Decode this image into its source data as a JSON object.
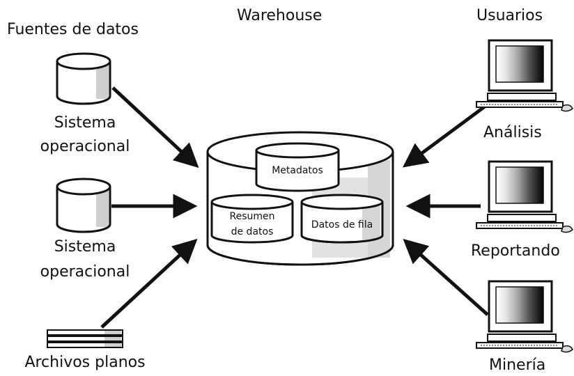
{
  "headers": {
    "sources": "Fuentes de datos",
    "warehouse": "Warehouse",
    "users": "Usuarios"
  },
  "sources": {
    "system1_line1": "Sistema",
    "system1_line2": "operacional",
    "system2_line1": "Sistema",
    "system2_line2": "operacional",
    "flat_files": "Archivos planos"
  },
  "warehouse": {
    "metadata": "Metadatos",
    "summary_line1": "Resumen",
    "summary_line2": "de datos",
    "row_data": "Datos de fila"
  },
  "users": {
    "analysis": "Análisis",
    "reporting": "Reportando",
    "mining": "Minería"
  },
  "icons": {
    "database": "database-cylinder-icon",
    "flat_files": "stacked-files-icon",
    "workstation": "computer-workstation-icon"
  },
  "colors": {
    "line": "#111111",
    "shade": "#d6d6d6"
  }
}
